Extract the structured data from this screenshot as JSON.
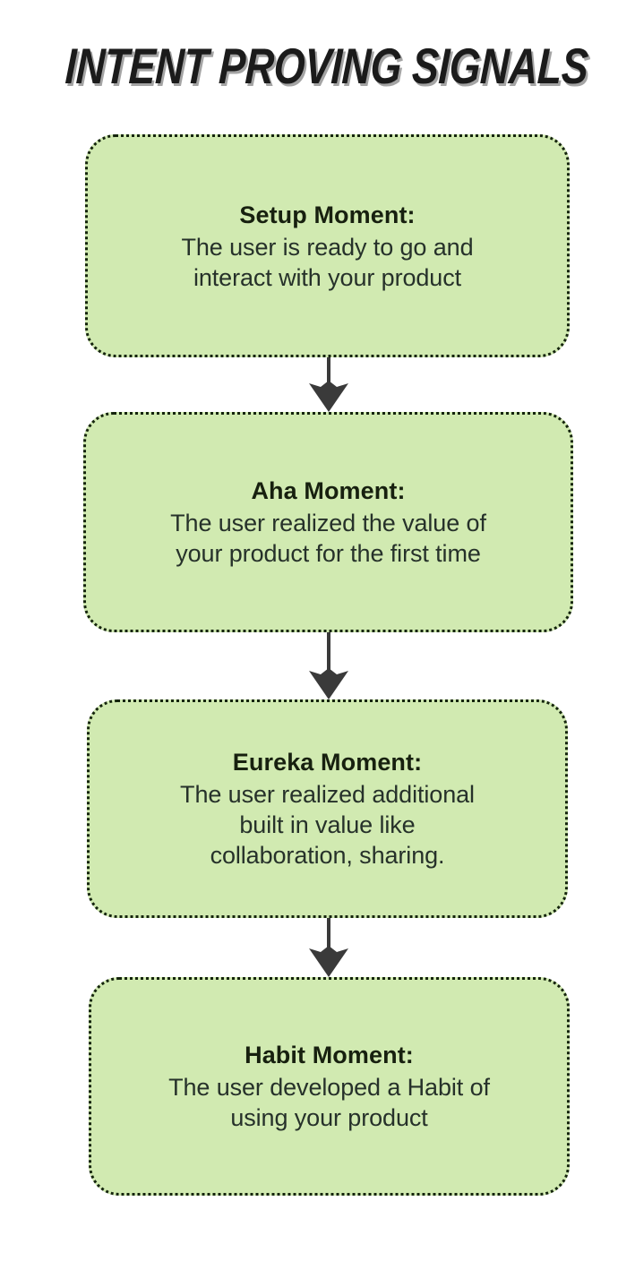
{
  "page": {
    "title": "INTENT PROVING SIGNALS",
    "background_color": "#ffffff"
  },
  "theme": {
    "node_fill": "#d1eab1",
    "node_border": "#14240c",
    "title_color": "#1b1b1b",
    "text_color": "#26312a",
    "heading_color": "#17200f",
    "arrow_color": "#3a3a3a"
  },
  "flow": {
    "type": "flowchart",
    "direction": "vertical",
    "nodes": [
      {
        "id": "setup-moment",
        "title": "Setup Moment:",
        "body": "The user is ready to go and\ninteract with your product"
      },
      {
        "id": "aha-moment",
        "title": "Aha Moment:",
        "body": "The user realized the value of\nyour product for the first time"
      },
      {
        "id": "eureka-moment",
        "title": "Eureka Moment:",
        "body": "The user realized additional\nbuilt in value like\ncollaboration, sharing."
      },
      {
        "id": "habit-moment",
        "title": "Habit Moment:",
        "body": "The user developed a Habit of\nusing your product"
      }
    ],
    "connectors": [
      {
        "id": "setup-to-aha",
        "icon": "down-arrow-icon"
      },
      {
        "id": "aha-to-eureka",
        "icon": "down-arrow-icon"
      },
      {
        "id": "eureka-to-habit",
        "icon": "down-arrow-icon"
      }
    ]
  }
}
